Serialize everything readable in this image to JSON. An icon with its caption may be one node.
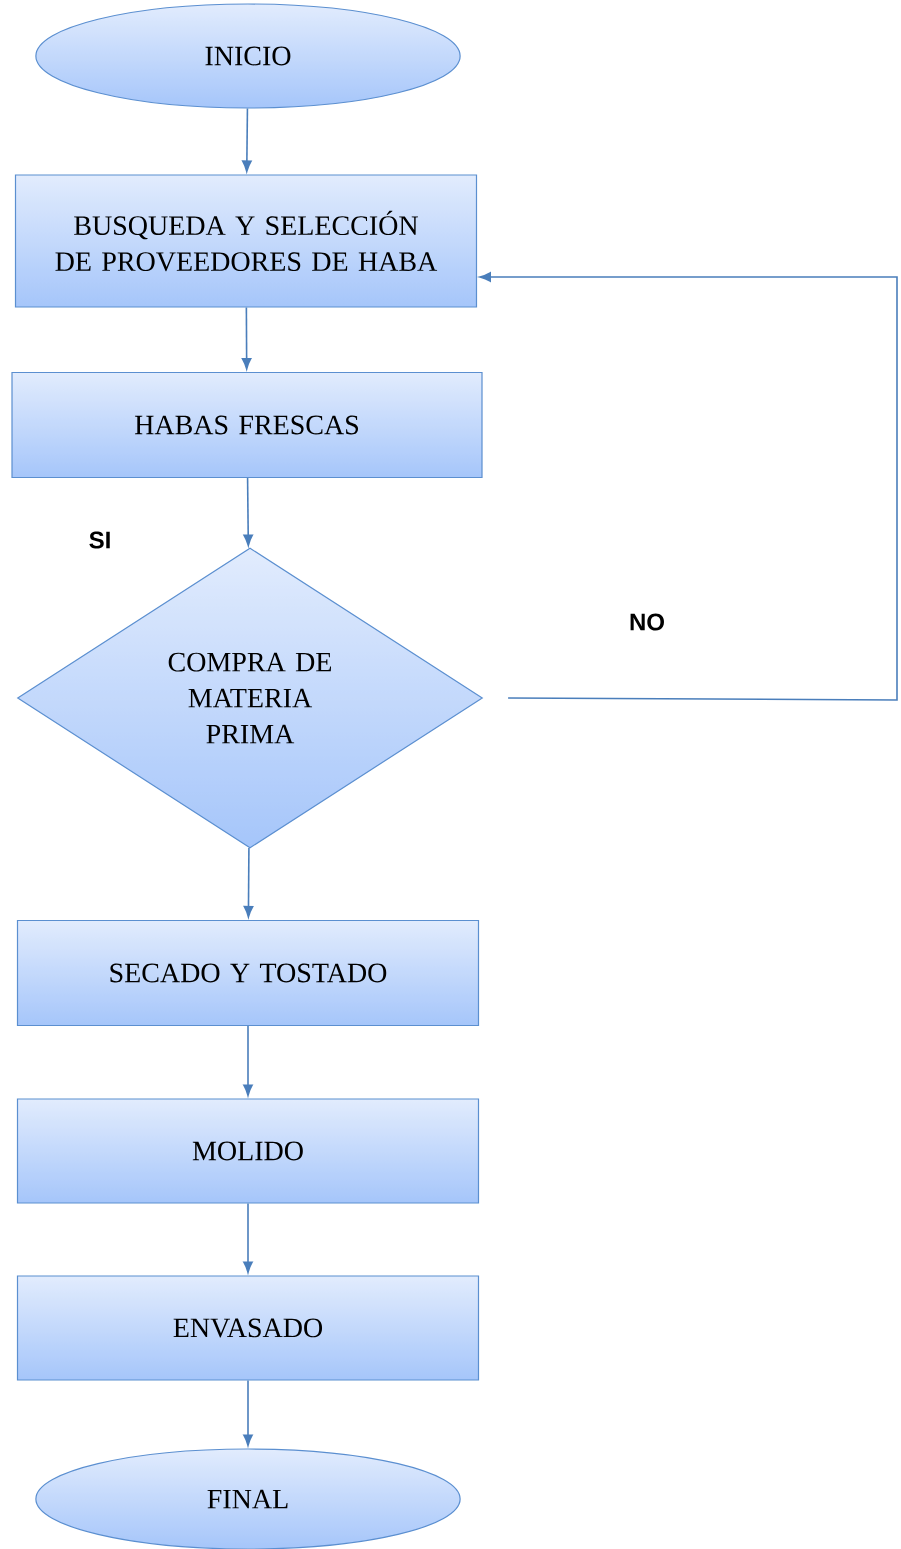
{
  "diagram": {
    "nodes": [
      {
        "text": [
          "INICIO"
        ]
      },
      {
        "text": [
          "BUSQUEDA Y SELECCIÓN DE PROVEEDORES DE HABA"
        ]
      },
      {
        "text": [
          "HABAS FRESCAS"
        ]
      },
      {
        "text": [
          "COMPRA DE MATERIA PRIMA"
        ]
      },
      {
        "text": [
          "SECADO Y TOSTADO"
        ]
      },
      {
        "text": [
          "MOLIDO"
        ]
      },
      {
        "text": [
          "ENVASADO"
        ]
      },
      {
        "text": [
          "FINAL"
        ]
      }
    ],
    "edges": [
      {
        "from": 0,
        "to": 1,
        "arrow": "to"
      },
      {
        "from": 1,
        "to": 2,
        "arrow": "to"
      },
      {
        "from": 2,
        "to": 3,
        "arrow": "to"
      },
      {
        "from": 3,
        "to": 1,
        "arrow": "to",
        "label": "NO"
      },
      {
        "from": 3,
        "to": 4,
        "arrow": "to"
      },
      {
        "from": 4,
        "to": 5,
        "arrow": "to"
      },
      {
        "from": 5,
        "to": 6,
        "arrow": "to"
      },
      {
        "from": 6,
        "to": 7,
        "arrow": "to"
      }
    ],
    "labels": [
      "SI"
    ]
  }
}
